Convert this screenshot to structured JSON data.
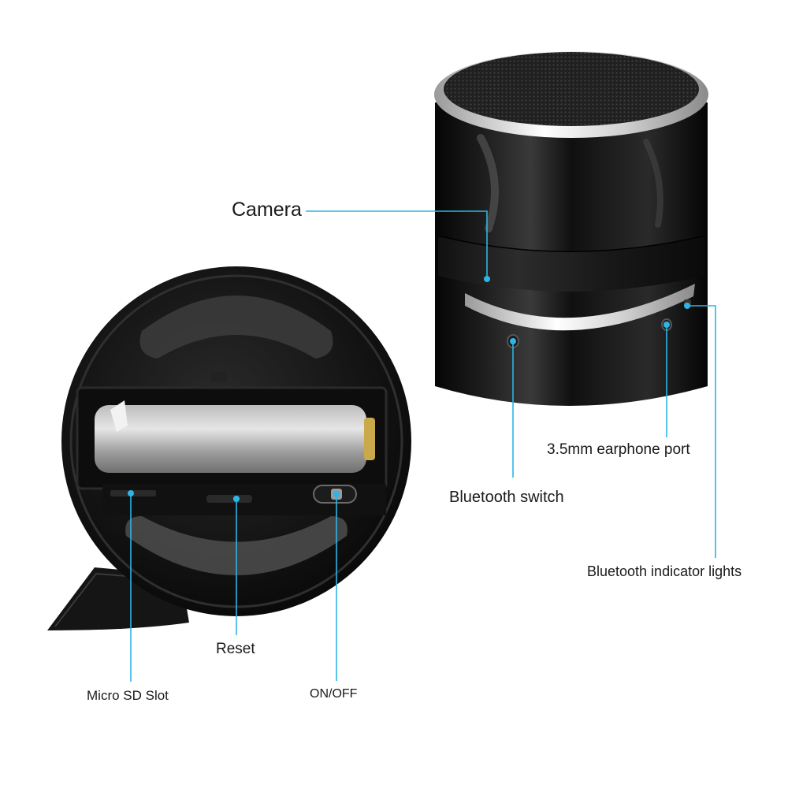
{
  "callouts": {
    "camera": "Camera",
    "earphone_port": "3.5mm earphone port",
    "bluetooth_switch": "Bluetooth switch",
    "bluetooth_lights": "Bluetooth indicator lights",
    "reset": "Reset",
    "micro_sd": "Micro SD Slot",
    "on_off": "ON/OFF"
  },
  "colors": {
    "leader_line": "#2fb4e6",
    "device_body": "#0b0b0b",
    "chrome_ring": "#d8d8d8",
    "background": "#ffffff"
  }
}
